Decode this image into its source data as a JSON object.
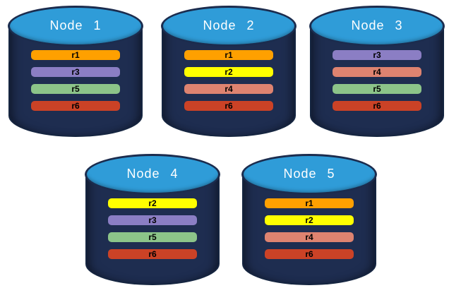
{
  "diagram": {
    "description": "Five database node cylinders holding colored replica bars"
  },
  "colors": {
    "background": "#FFFFFF",
    "cylinder_body": "#1E2D50",
    "cylinder_outline": "#152540",
    "cylinder_top": "#2F9CD8",
    "node_label_text": "#FFFFFF",
    "replica_label_text": "#000000"
  },
  "replica_colors": {
    "r1": "#FFA000",
    "r2": "#FFFF00",
    "r3": "#8B7EC4",
    "r4": "#DE8370",
    "r5": "#8CC489",
    "r6": "#CB4226"
  },
  "nodes": [
    {
      "label": "Node 1",
      "replicas": [
        "r1",
        "r3",
        "r5",
        "r6"
      ]
    },
    {
      "label": "Node 2",
      "replicas": [
        "r1",
        "r2",
        "r4",
        "r6"
      ]
    },
    {
      "label": "Node 3",
      "replicas": [
        "r3",
        "r4",
        "r5",
        "r6"
      ]
    },
    {
      "label": "Node 4",
      "replicas": [
        "r2",
        "r3",
        "r5",
        "r6"
      ]
    },
    {
      "label": "Node 5",
      "replicas": [
        "r1",
        "r2",
        "r4",
        "r6"
      ]
    }
  ]
}
